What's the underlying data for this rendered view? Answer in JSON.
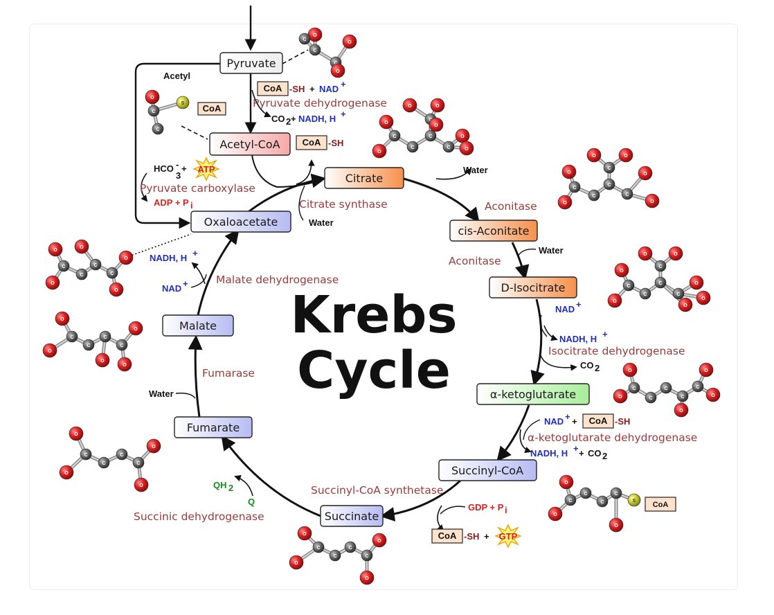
{
  "title": {
    "line1": "Krebs",
    "line2": "Cycle"
  },
  "metabolites": {
    "pyruvate": "Pyruvate",
    "acetyl_coa": "Acetyl-CoA",
    "citrate": "Citrate",
    "cis_aconitate": "cis-Aconitate",
    "isocitrate": "D-Isocitrate",
    "akg": "α-ketoglutarate",
    "succinyl_coa": "Succinyl-CoA",
    "succinate": "Succinate",
    "fumarate": "Fumarate",
    "malate": "Malate",
    "oxaloacetate": "Oxaloacetate"
  },
  "enzymes": {
    "pdh": "Pyruvate dehydrogenase",
    "pc": "Pyruvate carboxylase",
    "cs": "Citrate synthase",
    "acon1": "Aconitase",
    "acon2": "Aconitase",
    "idh": "Isocitrate dehydrogenase",
    "akgdh": "α-ketoglutarate dehydrogenase",
    "scs": "Succinyl-CoA synthetase",
    "sdh": "Succinic dehydrogenase",
    "fum": "Fumarase",
    "mdh": "Malate dehydrogenase"
  },
  "cofactors": {
    "acetyl": "Acetyl",
    "coa": "CoA",
    "sh": "-SH",
    "plus": "+",
    "nad": "NAD",
    "sup_plus": "+",
    "co2": "CO",
    "sub2": "2",
    "nadh_h": "NADH, H",
    "water": "Water",
    "hco3": "HCO",
    "sub3": "3",
    "sup_minus": "-",
    "atp": "ATP",
    "adp_pi": "ADP + P",
    "sub_i": "i",
    "gdp_pi": "GDP + P",
    "gtp": "GTP",
    "qh2": "QH",
    "q": "Q",
    "s": "S",
    "c": "C",
    "o": "O"
  },
  "colors": {
    "enzyme": "#9a3b3b",
    "nad": "#1f2fb8",
    "green": "#1a8a1a",
    "red_text": "#d42020",
    "atom_o": "#d82020",
    "atom_c": "#6a6a6a",
    "sulfur": "#c8c830"
  }
}
